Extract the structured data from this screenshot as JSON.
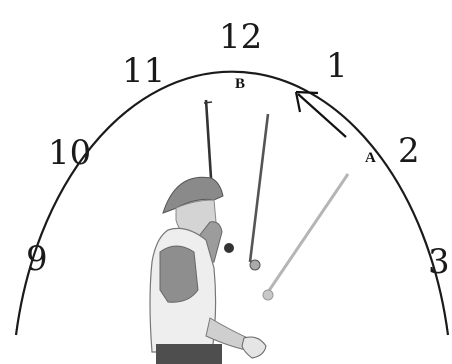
{
  "clock": {
    "numerals": [
      {
        "id": "12",
        "text": "12"
      },
      {
        "id": "1",
        "text": "1"
      },
      {
        "id": "2",
        "text": "2"
      },
      {
        "id": "3",
        "text": "3"
      },
      {
        "id": "9",
        "text": "9"
      },
      {
        "id": "10",
        "text": "10"
      },
      {
        "id": "11",
        "text": "11"
      }
    ]
  },
  "labels": {
    "a": "A",
    "b": "B"
  }
}
